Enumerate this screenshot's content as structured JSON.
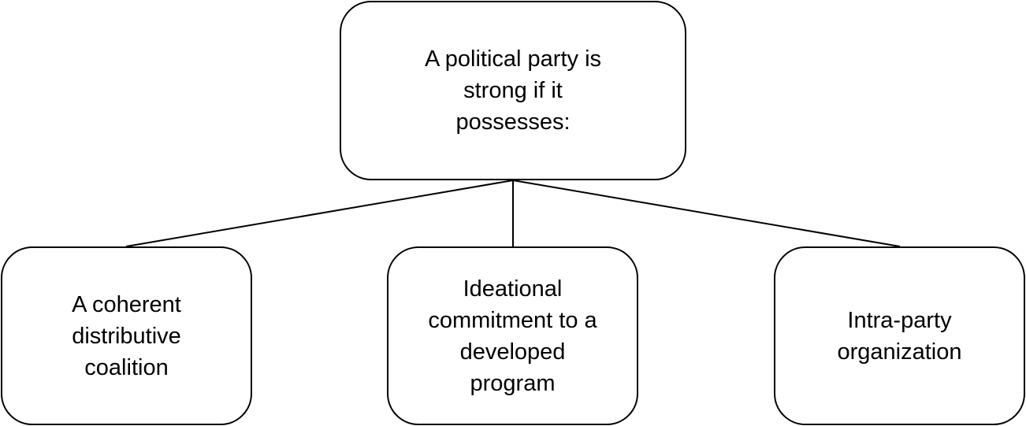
{
  "diagram": {
    "root": {
      "text": "A political party is\nstrong if it\npossesses:"
    },
    "children": [
      {
        "text": "A coherent\ndistributive\ncoalition"
      },
      {
        "text": "Ideational\ncommitment to a\ndeveloped\nprogram"
      },
      {
        "text": "Intra-party\norganization"
      }
    ],
    "colors": {
      "stroke": "#000000",
      "fill": "#ffffff",
      "text": "#000000"
    }
  }
}
